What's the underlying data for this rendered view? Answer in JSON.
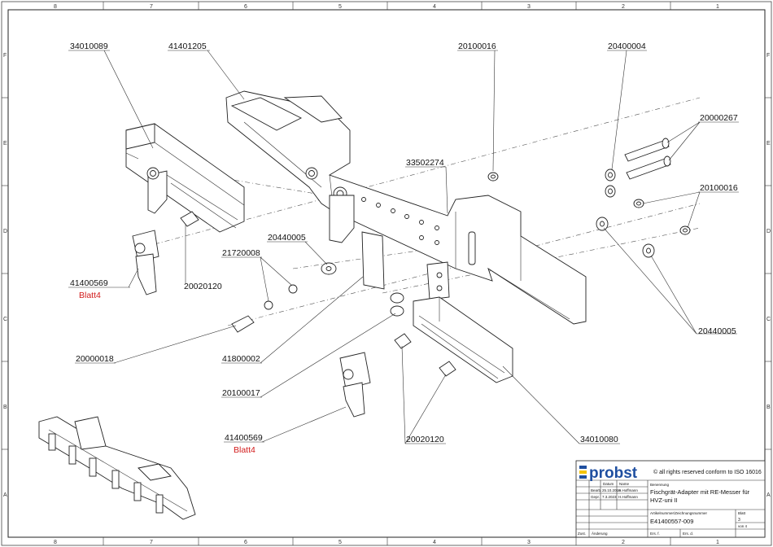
{
  "grid": {
    "columns": [
      "8",
      "7",
      "6",
      "5",
      "4",
      "3",
      "2",
      "1"
    ],
    "rows": [
      "F",
      "E",
      "D",
      "C",
      "B",
      "A"
    ]
  },
  "callouts": {
    "c34010089_top": "34010089",
    "c41401205": "41401205",
    "c20100016_top": "20100016",
    "c20400004": "20400004",
    "c20000267": "20000267",
    "c33502274": "33502274",
    "c20100016_right": "20100016",
    "c20440005_mid": "20440005",
    "c21720008": "21720008",
    "c41400569_left": "41400569",
    "c41400569_left_sheet": "Blatt4",
    "c20020120_left": "20020120",
    "c20440005_right": "20440005",
    "c20000018": "20000018",
    "c41800002": "41800002",
    "c20100017": "20100017",
    "c41400569_bottom": "41400569",
    "c41400569_bottom_sheet": "Blatt4",
    "c20020120_bottom": "20020120",
    "c34010080": "34010080"
  },
  "titleblock": {
    "logo": "probst",
    "copyright": "© all rights reserved conform to ISO 16016",
    "h_datum": "Datum",
    "h_name": "Name",
    "r_bearb": "Bearb.",
    "bearb_date": "25.10.2016",
    "bearb_name": "H.Hoffmann",
    "r_gepr": "Gepr.",
    "gepr_date": "7.3.2023",
    "gepr_name": "H.Hoffmann",
    "bezeichnung_label": "Benennung",
    "bezeichnung": "Fischgrät-Adapter mit RE-Messer für",
    "bezeichnung2": "HVZ-uni II",
    "artnr_label": "Artikelnummer/Zeichnungsnummer",
    "artnr": "E41400557-009",
    "blatt_label": "Blatt",
    "blatt": "3",
    "von": "von 4",
    "zust": "Zust.",
    "aenderung": "Änderung",
    "ers_f": "Ers. f.",
    "ers_d": "Ers. d."
  },
  "colors": {
    "accent_red": "#d21b1b",
    "logo_blue": "#1f4fa0",
    "logo_yellow": "#f5c400"
  }
}
